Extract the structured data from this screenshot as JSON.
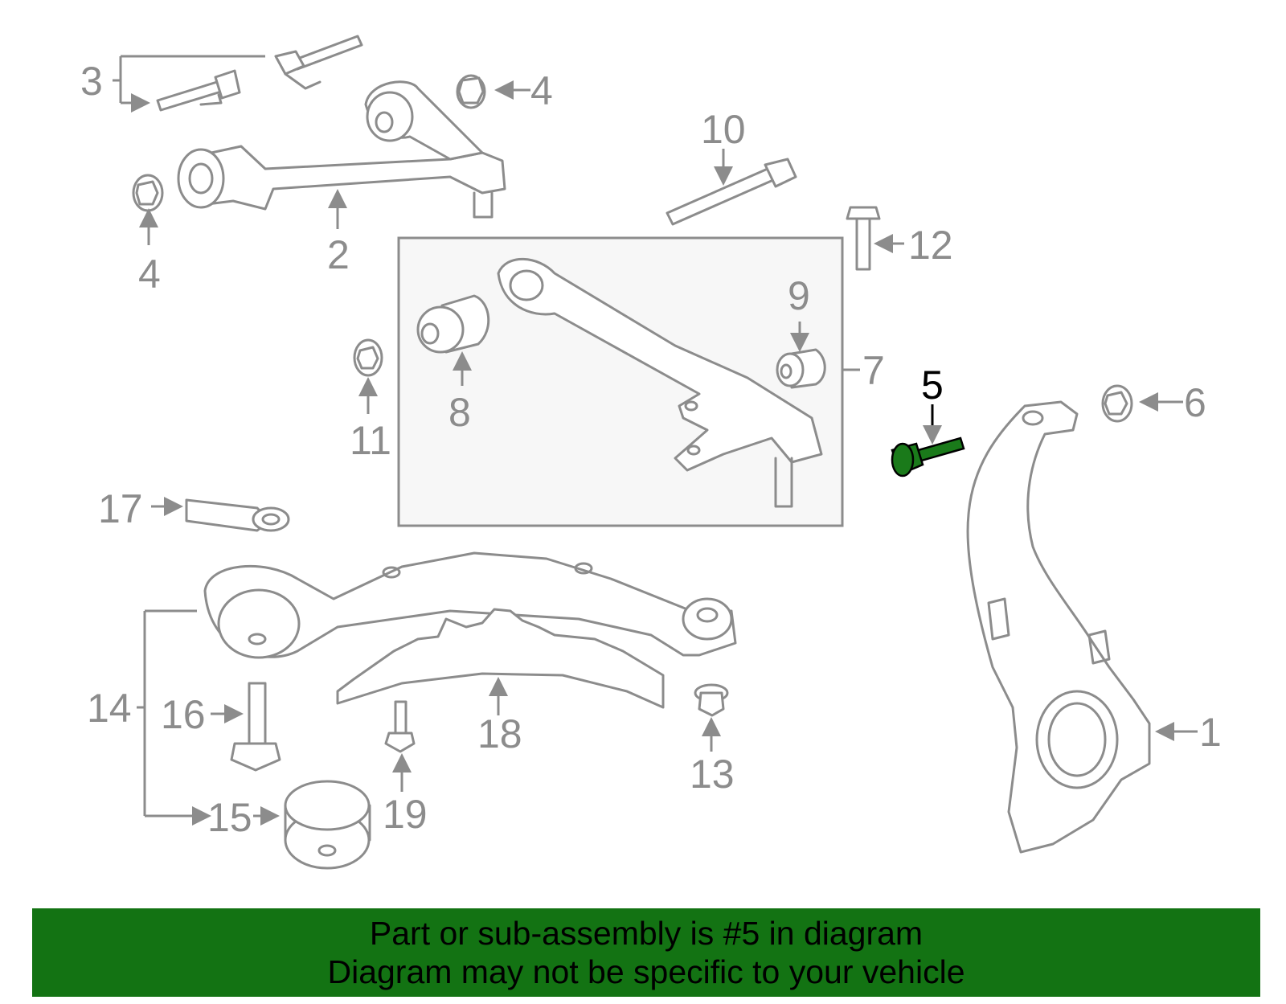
{
  "colors": {
    "line": "#8c8c8c",
    "highlight": "#1a7a1a",
    "highlight_label": "#000000",
    "banner": "#137313",
    "banner_text": "#000000",
    "inset_bg": "#f7f7f7"
  },
  "callouts": [
    {
      "id": "1",
      "text": "1",
      "highlighted": false
    },
    {
      "id": "2",
      "text": "2",
      "highlighted": false
    },
    {
      "id": "3",
      "text": "3",
      "highlighted": false
    },
    {
      "id": "4a",
      "text": "4",
      "highlighted": false
    },
    {
      "id": "4b",
      "text": "4",
      "highlighted": false
    },
    {
      "id": "5",
      "text": "5",
      "highlighted": true
    },
    {
      "id": "6",
      "text": "6",
      "highlighted": false
    },
    {
      "id": "7",
      "text": "7",
      "highlighted": false
    },
    {
      "id": "8",
      "text": "8",
      "highlighted": false
    },
    {
      "id": "9",
      "text": "9",
      "highlighted": false
    },
    {
      "id": "10",
      "text": "10",
      "highlighted": false
    },
    {
      "id": "11",
      "text": "11",
      "highlighted": false
    },
    {
      "id": "12",
      "text": "12",
      "highlighted": false
    },
    {
      "id": "13",
      "text": "13",
      "highlighted": false
    },
    {
      "id": "14",
      "text": "14",
      "highlighted": false
    },
    {
      "id": "15",
      "text": "15",
      "highlighted": false
    },
    {
      "id": "16",
      "text": "16",
      "highlighted": false
    },
    {
      "id": "17",
      "text": "17",
      "highlighted": false
    },
    {
      "id": "18",
      "text": "18",
      "highlighted": false
    },
    {
      "id": "19",
      "text": "19",
      "highlighted": false
    }
  ],
  "banner": {
    "line1": "Part or sub-assembly is #5 in diagram",
    "line2": "Diagram may not be specific to your vehicle"
  }
}
